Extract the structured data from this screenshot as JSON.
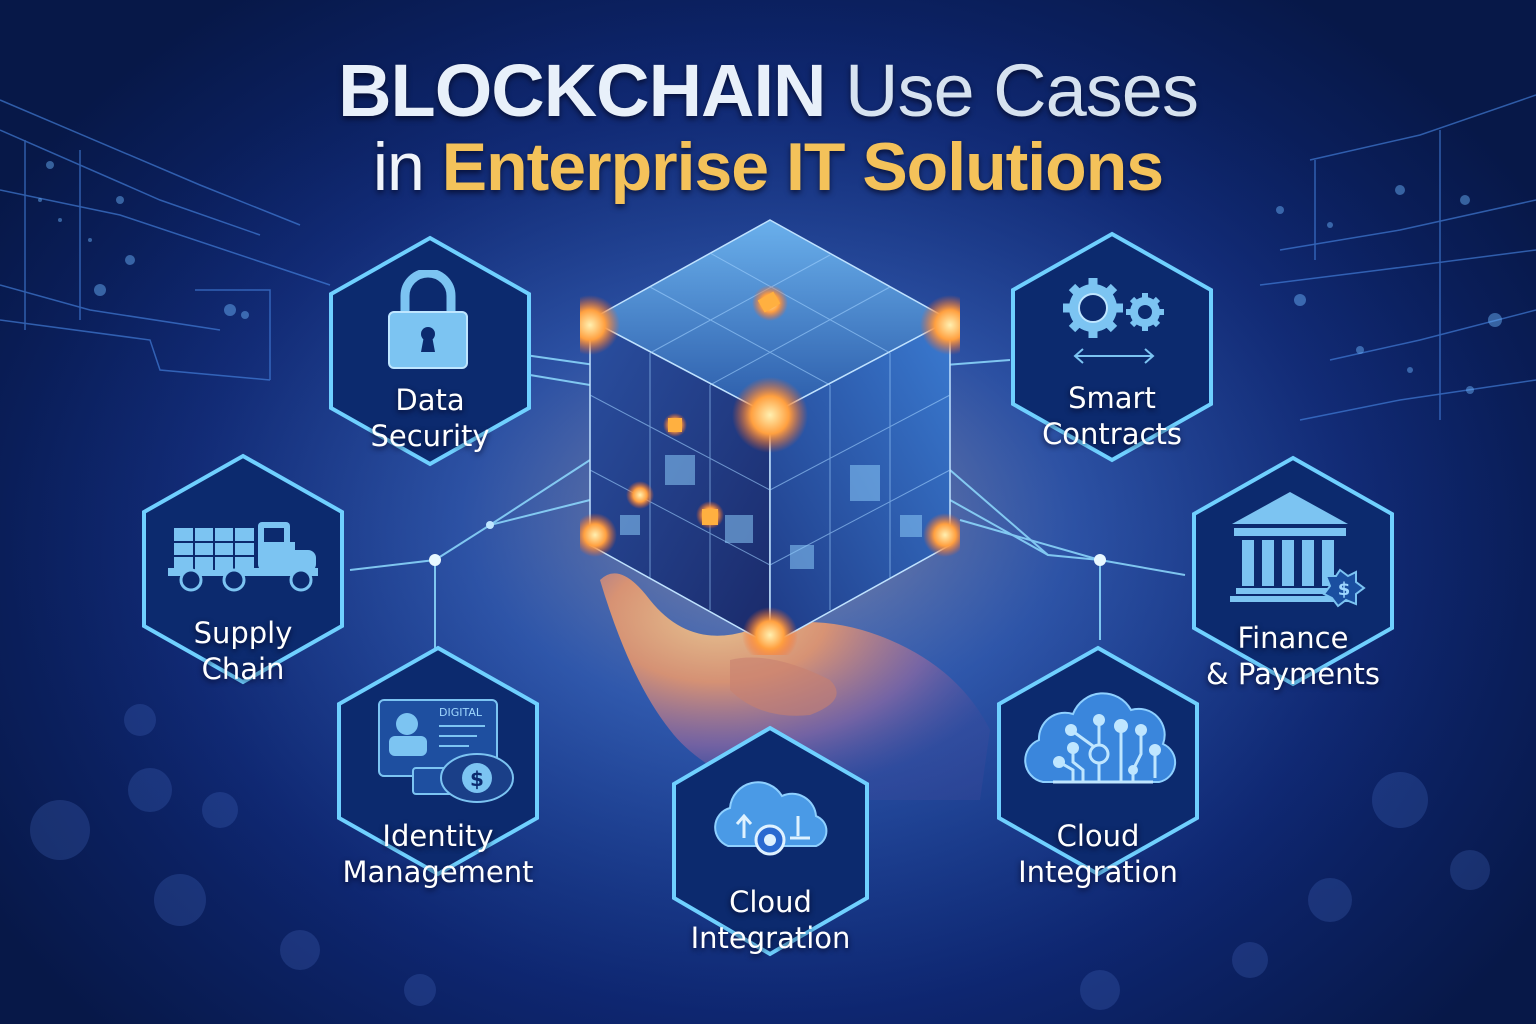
{
  "title": {
    "line1_bold": "BLOCKCHAIN",
    "line1_rest": "Use Cases",
    "line2_prefix": "in",
    "line2_highlight": "Enterprise IT Solutions"
  },
  "colors": {
    "background_dark": "#071848",
    "background_mid": "#1a3f92",
    "hex_fill": "#0c2a6e",
    "hex_border": "#6fd0ff",
    "icon_fill": "#7cc4f2",
    "title_gold": "#f4c25a",
    "title_silver": "#d6e2f0"
  },
  "center": {
    "icon": "blockchain-cube-icon",
    "hand_icon": "open-hand"
  },
  "cards": [
    {
      "id": "data-security",
      "icon": "padlock-icon",
      "line1": "Data",
      "line2": "Security"
    },
    {
      "id": "smart-contracts",
      "icon": "gears-icon",
      "line1": "Smart",
      "line2": "Contracts"
    },
    {
      "id": "supply-chain",
      "icon": "truck-icon",
      "line1": "Supply",
      "line2": "Chain"
    },
    {
      "id": "finance-payments",
      "icon": "bank-icon",
      "line1": "Finance",
      "line2": "& Payments"
    },
    {
      "id": "identity-management",
      "icon": "digital-id-card-icon",
      "line1": "Identity",
      "line2": "Management",
      "badge_text": "DIGITAL"
    },
    {
      "id": "cloud-integration-1",
      "icon": "cloud-upload-icon",
      "line1": "Cloud",
      "line2": "Integration"
    },
    {
      "id": "cloud-integration-2",
      "icon": "cloud-network-icon",
      "line1": "Cloud",
      "line2": "Integration"
    }
  ]
}
